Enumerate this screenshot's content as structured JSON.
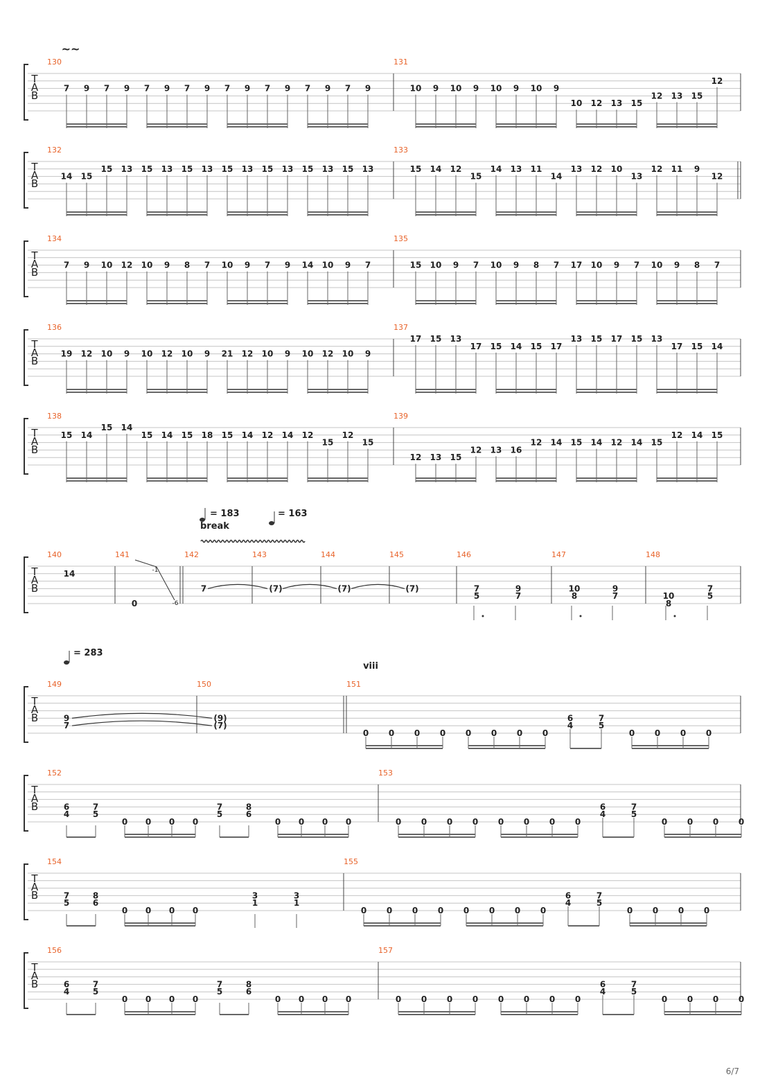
{
  "colors": {
    "measure_number": "#e8632a",
    "staff_line": "#c4c4c4",
    "ink": "#222222"
  },
  "tab_clef": [
    "T",
    "A",
    "B"
  ],
  "page_number": "6/7",
  "systems": [
    {
      "vibrato_marks": [
        {
          "x_text": "~~"
        }
      ],
      "measures": [
        {
          "number": "130",
          "beats": [
            [
              "7",
              "3"
            ],
            [
              "9",
              "3"
            ],
            [
              "7",
              "3"
            ],
            [
              "9",
              "3"
            ],
            [
              "7",
              "3"
            ],
            [
              "9",
              "3"
            ],
            [
              "7",
              "3"
            ],
            [
              "9",
              "3"
            ],
            [
              "7",
              "3"
            ],
            [
              "9",
              "3"
            ],
            [
              "7",
              "3"
            ],
            [
              "9",
              "3"
            ],
            [
              "7",
              "3"
            ],
            [
              "9",
              "3"
            ],
            [
              "7",
              "3"
            ],
            [
              "9",
              "3"
            ]
          ]
        },
        {
          "number": "131",
          "beats": [
            [
              "10",
              "3"
            ],
            [
              "9",
              "3"
            ],
            [
              "10",
              "3"
            ],
            [
              "9",
              "3"
            ],
            [
              "10",
              "3"
            ],
            [
              "9",
              "3"
            ],
            [
              "10",
              "3"
            ],
            [
              "9",
              "3"
            ],
            [
              "10",
              "5"
            ],
            [
              "12",
              "5"
            ],
            [
              "13",
              "5"
            ],
            [
              "15",
              "5"
            ],
            [
              "12",
              "4"
            ],
            [
              "13",
              "4"
            ],
            [
              "15",
              "4"
            ],
            [
              "12",
              "2"
            ]
          ]
        }
      ]
    },
    {
      "measures": [
        {
          "number": "132",
          "beats": [
            [
              "14",
              "3"
            ],
            [
              "15",
              "3"
            ],
            [
              "15",
              "2"
            ],
            [
              "13",
              "2"
            ],
            [
              "15",
              "2"
            ],
            [
              "13",
              "2"
            ],
            [
              "15",
              "2"
            ],
            [
              "13",
              "2"
            ],
            [
              "15",
              "2"
            ],
            [
              "13",
              "2"
            ],
            [
              "15",
              "2"
            ],
            [
              "13",
              "2"
            ],
            [
              "15",
              "2"
            ],
            [
              "13",
              "2"
            ],
            [
              "15",
              "2"
            ],
            [
              "13",
              "2"
            ]
          ]
        },
        {
          "number": "133",
          "beats": [
            [
              "15",
              "2"
            ],
            [
              "14",
              "2"
            ],
            [
              "12",
              "2"
            ],
            [
              "15",
              "3"
            ],
            [
              "14",
              "2"
            ],
            [
              "13",
              "2"
            ],
            [
              "11",
              "2"
            ],
            [
              "14",
              "3"
            ],
            [
              "13",
              "2"
            ],
            [
              "12",
              "2"
            ],
            [
              "10",
              "2"
            ],
            [
              "13",
              "3"
            ],
            [
              "12",
              "2"
            ],
            [
              "11",
              "2"
            ],
            [
              "9",
              "2"
            ],
            [
              "12",
              "3"
            ]
          ]
        }
      ]
    },
    {
      "measures": [
        {
          "number": "134",
          "beats": [
            [
              "7",
              "3"
            ],
            [
              "9",
              "3"
            ],
            [
              "10",
              "3"
            ],
            [
              "12",
              "3"
            ],
            [
              "10",
              "3"
            ],
            [
              "9",
              "3"
            ],
            [
              "8",
              "3"
            ],
            [
              "7",
              "3"
            ],
            [
              "10",
              "3"
            ],
            [
              "9",
              "3"
            ],
            [
              "7",
              "3"
            ],
            [
              "9",
              "3"
            ],
            [
              "14",
              "3"
            ],
            [
              "10",
              "3"
            ],
            [
              "9",
              "3"
            ],
            [
              "7",
              "3"
            ]
          ]
        },
        {
          "number": "135",
          "beats": [
            [
              "15",
              "3"
            ],
            [
              "10",
              "3"
            ],
            [
              "9",
              "3"
            ],
            [
              "7",
              "3"
            ],
            [
              "10",
              "3"
            ],
            [
              "9",
              "3"
            ],
            [
              "8",
              "3"
            ],
            [
              "7",
              "3"
            ],
            [
              "17",
              "3"
            ],
            [
              "10",
              "3"
            ],
            [
              "9",
              "3"
            ],
            [
              "7",
              "3"
            ],
            [
              "10",
              "3"
            ],
            [
              "9",
              "3"
            ],
            [
              "8",
              "3"
            ],
            [
              "7",
              "3"
            ]
          ]
        }
      ]
    },
    {
      "measures": [
        {
          "number": "136",
          "beats": [
            [
              "19",
              "3"
            ],
            [
              "12",
              "3"
            ],
            [
              "10",
              "3"
            ],
            [
              "9",
              "3"
            ],
            [
              "10",
              "3"
            ],
            [
              "12",
              "3"
            ],
            [
              "10",
              "3"
            ],
            [
              "9",
              "3"
            ],
            [
              "21",
              "3"
            ],
            [
              "12",
              "3"
            ],
            [
              "10",
              "3"
            ],
            [
              "9",
              "3"
            ],
            [
              "10",
              "3"
            ],
            [
              "12",
              "3"
            ],
            [
              "10",
              "3"
            ],
            [
              "9",
              "3"
            ]
          ]
        },
        {
          "number": "137",
          "beats": [
            [
              "17",
              "1"
            ],
            [
              "15",
              "1"
            ],
            [
              "13",
              "1"
            ],
            [
              "17",
              "2"
            ],
            [
              "15",
              "2"
            ],
            [
              "14",
              "2"
            ],
            [
              "15",
              "2"
            ],
            [
              "17",
              "2"
            ],
            [
              "13",
              "1"
            ],
            [
              "15",
              "1"
            ],
            [
              "17",
              "1"
            ],
            [
              "15",
              "1"
            ],
            [
              "13",
              "1"
            ],
            [
              "17",
              "2"
            ],
            [
              "15",
              "2"
            ],
            [
              "14",
              "2"
            ]
          ]
        }
      ]
    },
    {
      "measures": [
        {
          "number": "138",
          "beats": [
            [
              "15",
              "2"
            ],
            [
              "14",
              "2"
            ],
            [
              "15",
              "1"
            ],
            [
              "14",
              "1"
            ],
            [
              "15",
              "2"
            ],
            [
              "14",
              "2"
            ],
            [
              "15",
              "2"
            ],
            [
              "18",
              "2"
            ],
            [
              "15",
              "2"
            ],
            [
              "14",
              "2"
            ],
            [
              "12",
              "2"
            ],
            [
              "14",
              "2"
            ],
            [
              "12",
              "2"
            ],
            [
              "15",
              "3"
            ],
            [
              "12",
              "2"
            ],
            [
              "15",
              "3"
            ]
          ]
        },
        {
          "number": "139",
          "beats": [
            [
              "12",
              "5"
            ],
            [
              "13",
              "5"
            ],
            [
              "15",
              "5"
            ],
            [
              "12",
              "4"
            ],
            [
              "13",
              "4"
            ],
            [
              "16",
              "4"
            ],
            [
              "12",
              "3"
            ],
            [
              "14",
              "3"
            ],
            [
              "15",
              "3"
            ],
            [
              "14",
              "3"
            ],
            [
              "12",
              "3"
            ],
            [
              "14",
              "3"
            ],
            [
              "15",
              "3"
            ],
            [
              "12",
              "2"
            ],
            [
              "14",
              "2"
            ],
            [
              "15",
              "2"
            ]
          ]
        }
      ]
    },
    {
      "tempo_marks": [
        {
          "label": "= 183"
        },
        {
          "label": "= 163"
        }
      ],
      "text_marks": [
        "break"
      ],
      "measures": [
        {
          "number": "140",
          "notes": [
            "14"
          ]
        },
        {
          "number": "141",
          "notes": [
            "0",
            "-1",
            "-6"
          ]
        },
        {
          "number": "142",
          "notes": [
            "7"
          ]
        },
        {
          "number": "143",
          "notes": [
            "(7)"
          ]
        },
        {
          "number": "144",
          "notes": [
            "(7)"
          ]
        },
        {
          "number": "145",
          "notes": [
            "(7)"
          ]
        },
        {
          "number": "146",
          "chords": [
            [
              "7",
              "5"
            ],
            [
              "9",
              "7"
            ]
          ]
        },
        {
          "number": "147",
          "chords": [
            [
              "10",
              "8"
            ],
            [
              "9",
              "7"
            ]
          ]
        },
        {
          "number": "148",
          "chords": [
            [
              "10",
              "8"
            ],
            [
              "7",
              "5"
            ]
          ]
        }
      ]
    },
    {
      "tempo_marks": [
        {
          "label": "= 283"
        }
      ],
      "text_marks": [
        "viii"
      ],
      "measures": [
        {
          "number": "149",
          "chords": [
            [
              "9",
              "7"
            ]
          ]
        },
        {
          "number": "150",
          "chords": [
            [
              "(9)",
              "(7)"
            ]
          ]
        },
        {
          "number": "151",
          "notes": [
            "0",
            "0",
            "0",
            "0",
            "0",
            "0",
            "0",
            "0",
            "6",
            "4",
            "7",
            "5",
            "0",
            "0",
            "0",
            "0"
          ]
        }
      ]
    },
    {
      "measures": [
        {
          "number": "152",
          "notes": [
            "6",
            "4",
            "7",
            "5",
            "0",
            "0",
            "0",
            "0",
            "7",
            "5",
            "8",
            "6",
            "0",
            "0",
            "0",
            "0"
          ]
        },
        {
          "number": "153",
          "notes": [
            "0",
            "0",
            "0",
            "0",
            "0",
            "0",
            "0",
            "0",
            "6",
            "4",
            "7",
            "5",
            "0",
            "0",
            "0",
            "0"
          ]
        }
      ]
    },
    {
      "measures": [
        {
          "number": "154",
          "notes": [
            "7",
            "5",
            "8",
            "6",
            "0",
            "0",
            "0",
            "0",
            "3",
            "1",
            "3",
            "1"
          ]
        },
        {
          "number": "155",
          "notes": [
            "0",
            "0",
            "0",
            "0",
            "0",
            "0",
            "0",
            "0",
            "6",
            "4",
            "7",
            "5",
            "0",
            "0",
            "0",
            "0"
          ]
        }
      ]
    },
    {
      "measures": [
        {
          "number": "156",
          "notes": [
            "6",
            "4",
            "7",
            "5",
            "0",
            "0",
            "0",
            "0",
            "7",
            "5",
            "8",
            "6",
            "0",
            "0",
            "0",
            "0"
          ]
        },
        {
          "number": "157",
          "notes": [
            "0",
            "0",
            "0",
            "0",
            "0",
            "0",
            "0",
            "0",
            "6",
            "4",
            "7",
            "5",
            "0",
            "0",
            "0",
            "0"
          ]
        }
      ]
    }
  ]
}
